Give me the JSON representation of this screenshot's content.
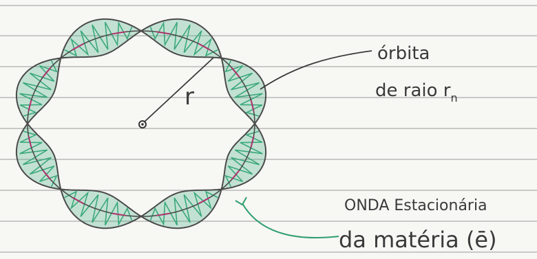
{
  "diagram": {
    "labels": {
      "radius": "r",
      "orbit_line1": "órbita",
      "orbit_line2": "de raio r",
      "orbit_subscript": "n",
      "wave_line1": "ONDA Estacionária",
      "wave_line2": "da matéria (ē)"
    },
    "colors": {
      "paper": "#f7f7f4",
      "ruled_line": "#9a9a9a",
      "pencil": "#4a4a4a",
      "wave_fill": "#3aa87a",
      "node_marks": "#b0336e",
      "pointer_green": "#2e9e6d"
    },
    "standing_wave": {
      "loops": 8
    }
  }
}
